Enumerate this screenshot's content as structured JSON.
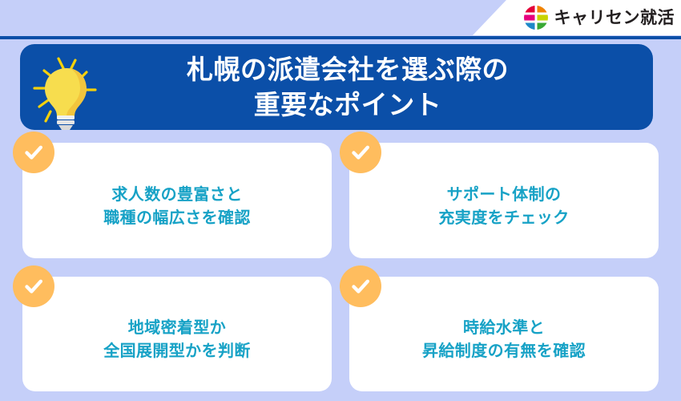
{
  "brand": {
    "name": "キャリセン就活",
    "logo_icon": "four-color-circle-logo",
    "logo_colors": {
      "top_left": "#e4003a",
      "top_right": "#f08300",
      "mid_left": "#e6007e",
      "mid_right": "#c8d400",
      "bottom_left": "#1e88c8",
      "bottom_right": "#3aa935"
    }
  },
  "header": {
    "icon": "lightbulb-icon",
    "title_line1": "札幌の派遣会社を選ぶ際の",
    "title_line2": "重要なポイント",
    "background_color": "#0b4fa8",
    "text_color": "#ffffff"
  },
  "page": {
    "background_color": "#c5cff9",
    "accent_color": "#0b4fa8",
    "check_color": "#ffbd5e",
    "card_text_color": "#17a2c6"
  },
  "cards": [
    {
      "icon": "check-circle-icon",
      "line1": "求人数の豊富さと",
      "line2": "職種の幅広さを確認"
    },
    {
      "icon": "check-circle-icon",
      "line1": "サポート体制の",
      "line2": "充実度をチェック"
    },
    {
      "icon": "check-circle-icon",
      "line1": "地域密着型か",
      "line2": "全国展開型かを判断"
    },
    {
      "icon": "check-circle-icon",
      "line1": "時給水準と",
      "line2": "昇給制度の有無を確認"
    }
  ]
}
